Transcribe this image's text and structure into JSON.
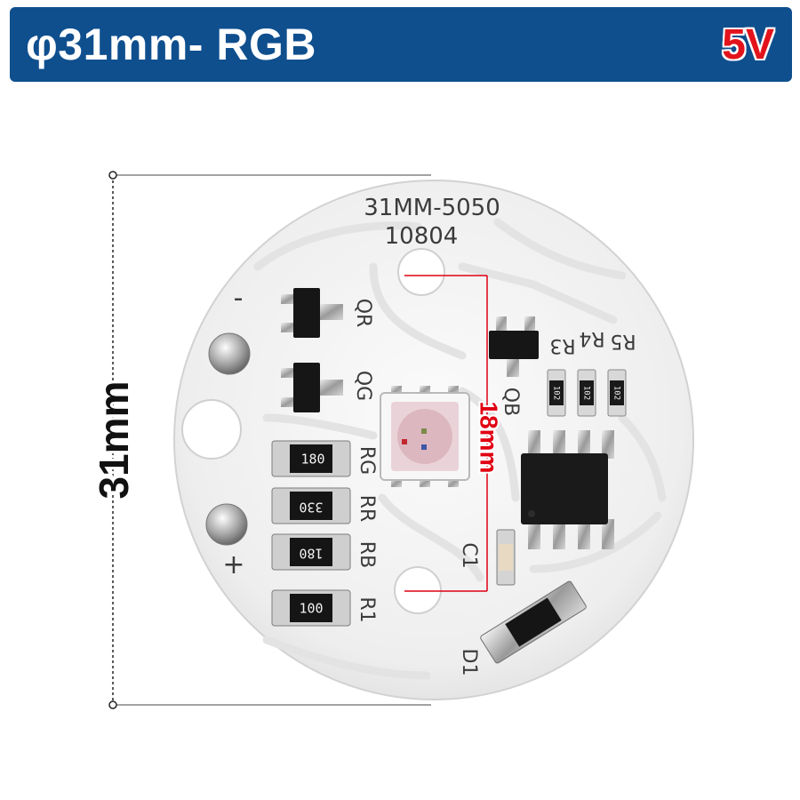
{
  "header": {
    "title": "φ31mm- RGB",
    "voltage": "5V"
  },
  "dimensions": {
    "diameter": "31mm",
    "hole_spacing": "18mm"
  },
  "board": {
    "model": "31MM-5050",
    "code": "10804",
    "minus": "-",
    "plus": "+"
  },
  "labels": {
    "qr": "QR",
    "qg": "QG",
    "qb": "QB",
    "rg": "RG",
    "rr": "RR",
    "rb": "RB",
    "r1": "R1",
    "r3": "R3",
    "r4": "R4",
    "r5": "R5",
    "c1": "C1",
    "d1": "D1"
  },
  "resistor_codes": {
    "rg": "180",
    "rr": "330",
    "rb": "180",
    "r1": "100",
    "r3": "102",
    "r4": "102",
    "r5": "102"
  },
  "colors": {
    "banner": "#0f4f8e",
    "voltage": "#e3131b",
    "dimension_red": "#e00012"
  }
}
